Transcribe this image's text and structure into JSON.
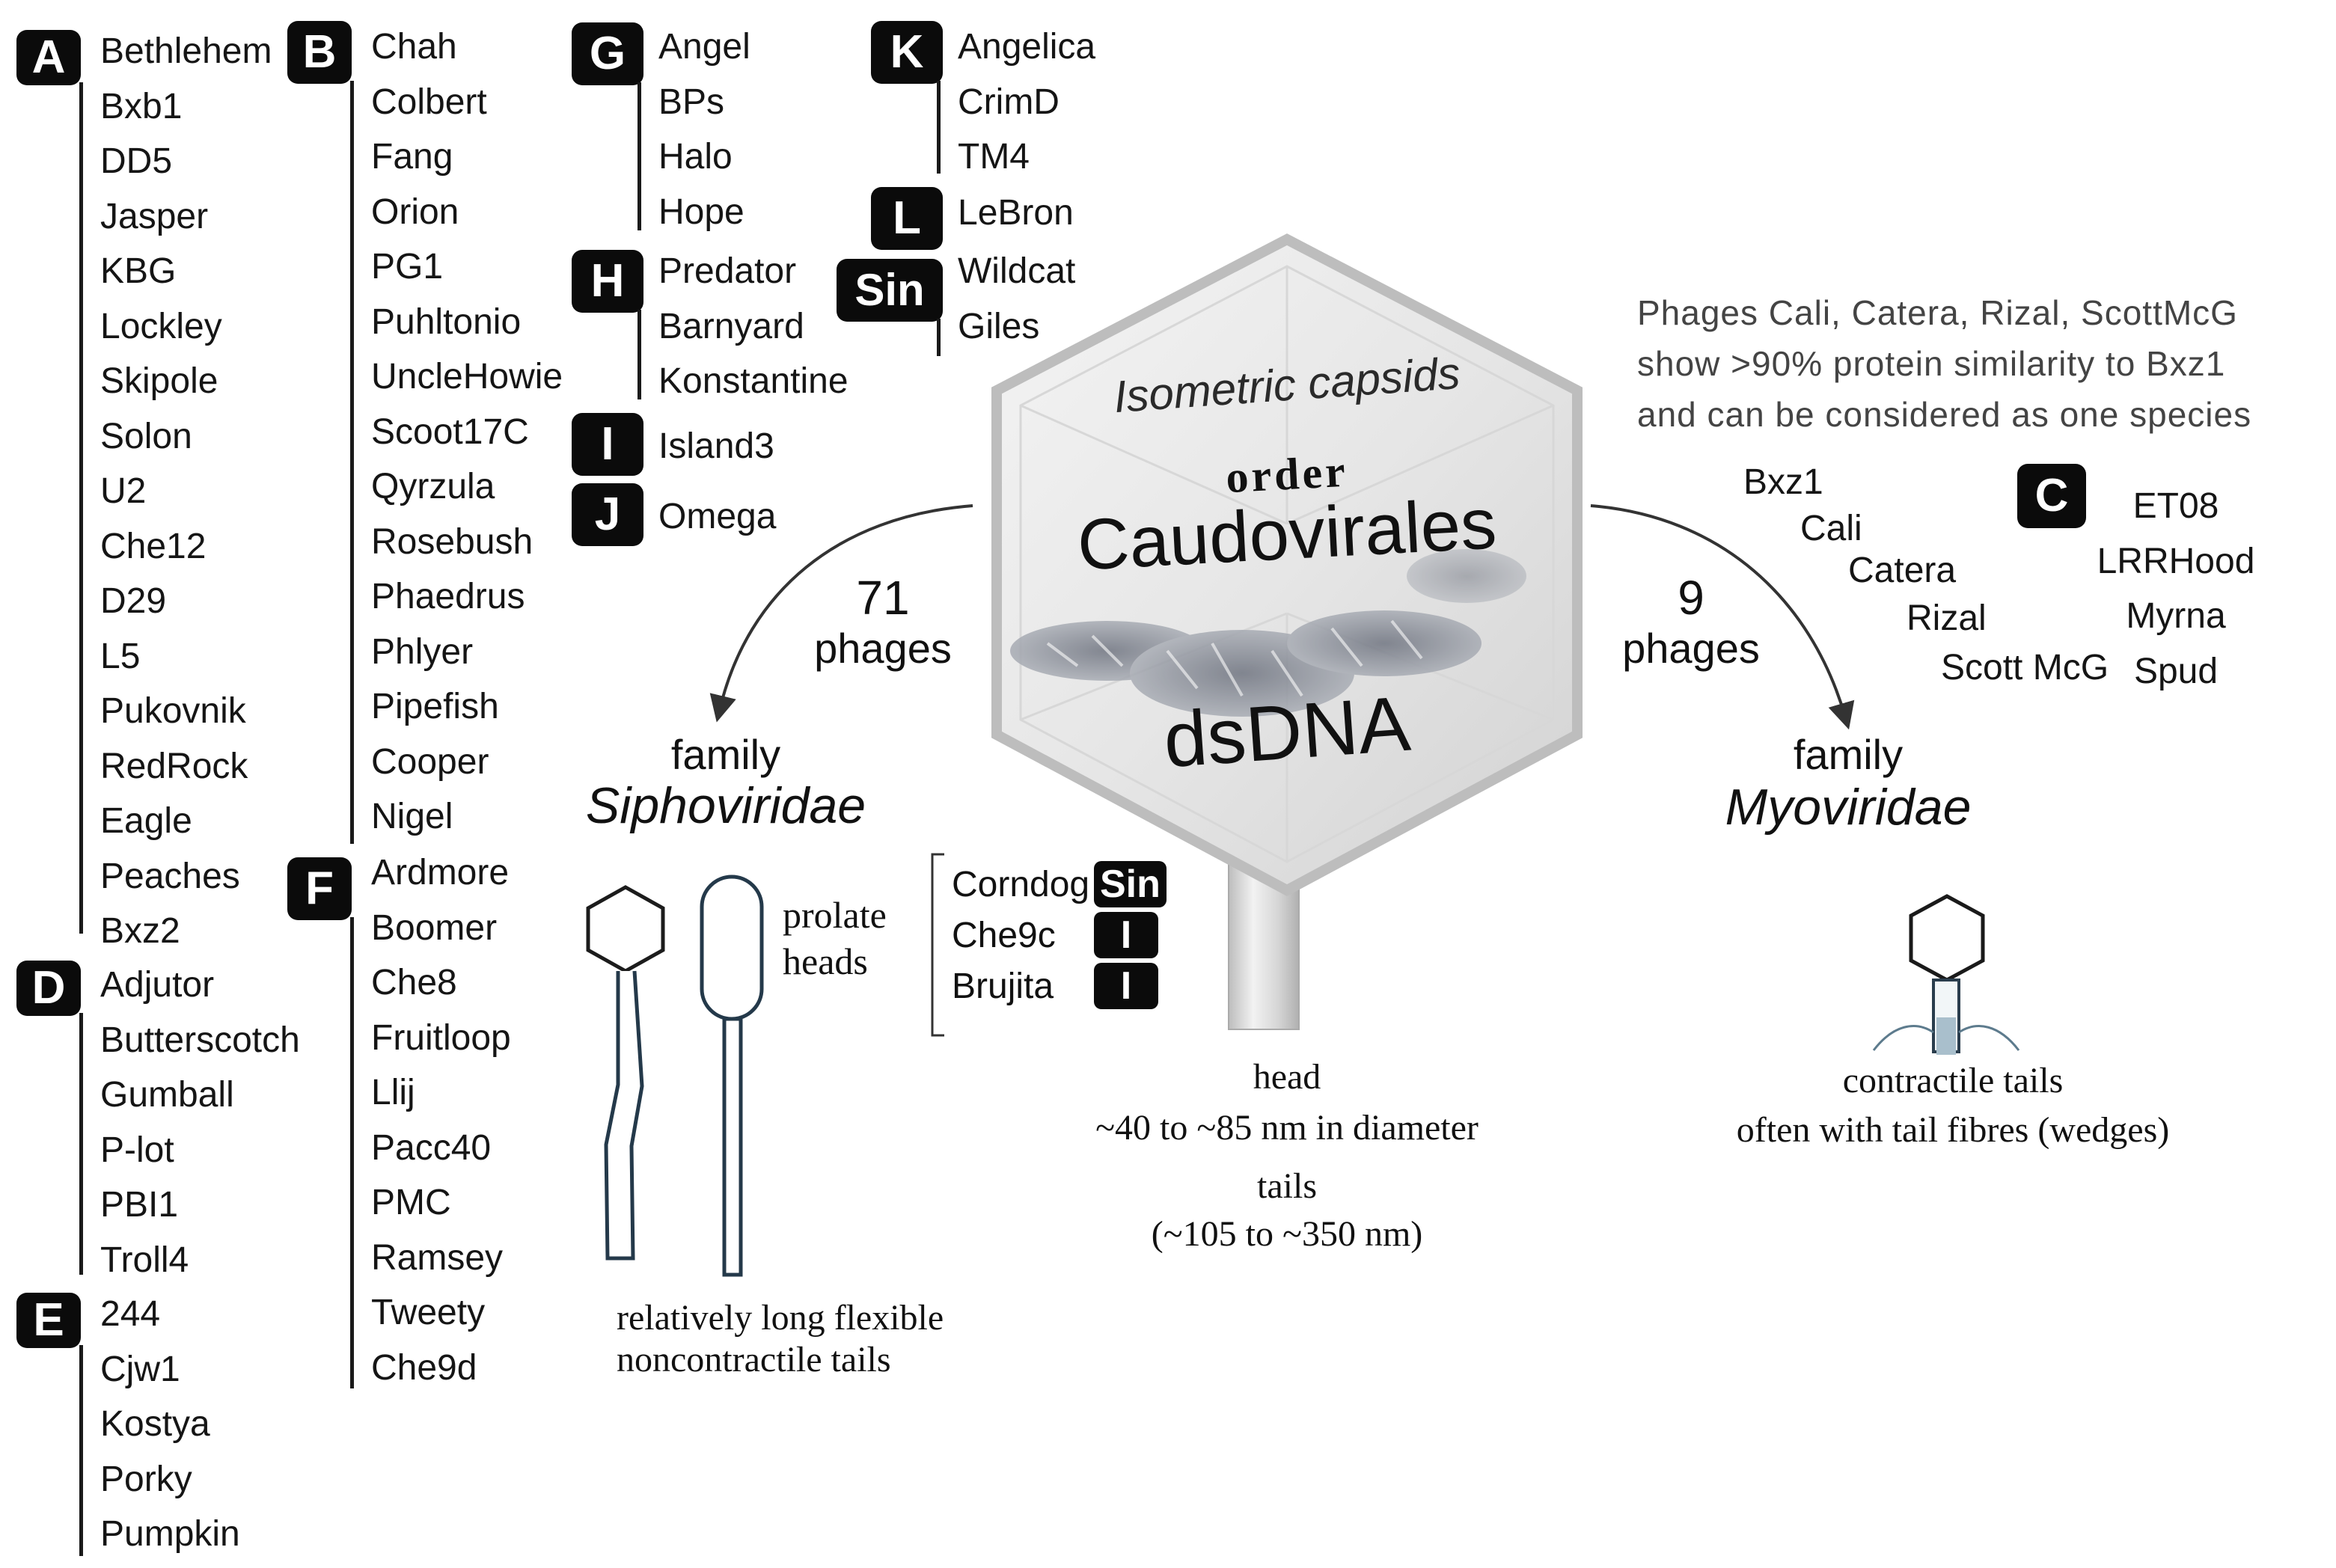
{
  "clusters": {
    "A": {
      "label": "A",
      "phages": [
        "Bethlehem",
        "Bxb1",
        "DD5",
        "Jasper",
        "KBG",
        "Lockley",
        "Skipole",
        "Solon",
        "U2",
        "Che12",
        "D29",
        "L5",
        "Pukovnik",
        "RedRock",
        "Eagle",
        "Peaches",
        "Bxz2"
      ]
    },
    "D": {
      "label": "D",
      "phages": [
        "Adjutor",
        "Butterscotch",
        "Gumball",
        "P-lot",
        "PBI1",
        "Troll4"
      ]
    },
    "E": {
      "label": "E",
      "phages": [
        "244",
        "Cjw1",
        "Kostya",
        "Porky",
        "Pumpkin"
      ]
    },
    "B": {
      "label": "B",
      "phages": [
        "Chah",
        "Colbert",
        "Fang",
        "Orion",
        "PG1",
        "Puhltonio",
        "UncleHowie",
        "Scoot17C",
        "Qyrzula",
        "Rosebush",
        "Phaedrus",
        "Phlyer",
        "Pipefish",
        "Cooper",
        "Nigel"
      ]
    },
    "F": {
      "label": "F",
      "phages": [
        "Ardmore",
        "Boomer",
        "Che8",
        "Fruitloop",
        "Llij",
        "Pacc40",
        "PMC",
        "Ramsey",
        "Tweety",
        "Che9d"
      ]
    },
    "G": {
      "label": "G",
      "phages": [
        "Angel",
        "BPs",
        "Halo",
        "Hope"
      ]
    },
    "H": {
      "label": "H",
      "phages": [
        "Predator",
        "Barnyard",
        "Konstantine"
      ]
    },
    "I": {
      "label": "I",
      "phages": [
        "Island3"
      ]
    },
    "J": {
      "label": "J",
      "phages": [
        "Omega"
      ]
    },
    "K": {
      "label": "K",
      "phages": [
        "Angelica",
        "CrimD",
        "TM4"
      ]
    },
    "L": {
      "label": "L",
      "phages": [
        "LeBron"
      ]
    },
    "Sin": {
      "label": "Sin",
      "phages": [
        "Wildcat",
        "Giles"
      ]
    }
  },
  "center": {
    "capsid_label": "Isometric capsids",
    "order_word": "order",
    "order_name": "Caudovirales",
    "genome": "dsDNA",
    "head_caption": "head",
    "head_size": "~40 to ~85 nm in diameter",
    "tails_caption": "tails",
    "tails_size": "(~105 to ~350 nm)"
  },
  "siphoviridae": {
    "count": "71",
    "count_unit": "phages",
    "family_word": "family",
    "family_name": "Siphoviridae",
    "prolate_text": [
      "prolate",
      "heads"
    ],
    "prolate_phages": [
      {
        "name": "Corndog",
        "cluster": "Sin"
      },
      {
        "name": "Che9c",
        "cluster": "I"
      },
      {
        "name": "Brujita",
        "cluster": "I"
      }
    ],
    "tail_caption": [
      "relatively long flexible",
      "noncontractile tails"
    ]
  },
  "myoviridae": {
    "count": "9",
    "count_unit": "phages",
    "family_word": "family",
    "family_name": "Myoviridae",
    "note": [
      "Phages Cali, Catera, Rizal, ScottMcG",
      "show >90% protein similarity to Bxz1",
      "and can be considered as one species"
    ],
    "similar_phages": [
      "Bxz1",
      "Cali",
      "Catera",
      "Rizal",
      "Scott McG"
    ],
    "cluster_c_label": "C",
    "cluster_c_phages": [
      "ET08",
      "LRRHood",
      "Myrna",
      "Spud"
    ],
    "tail_caption": [
      "contractile tails",
      "often with tail fibres (wedges)"
    ]
  }
}
